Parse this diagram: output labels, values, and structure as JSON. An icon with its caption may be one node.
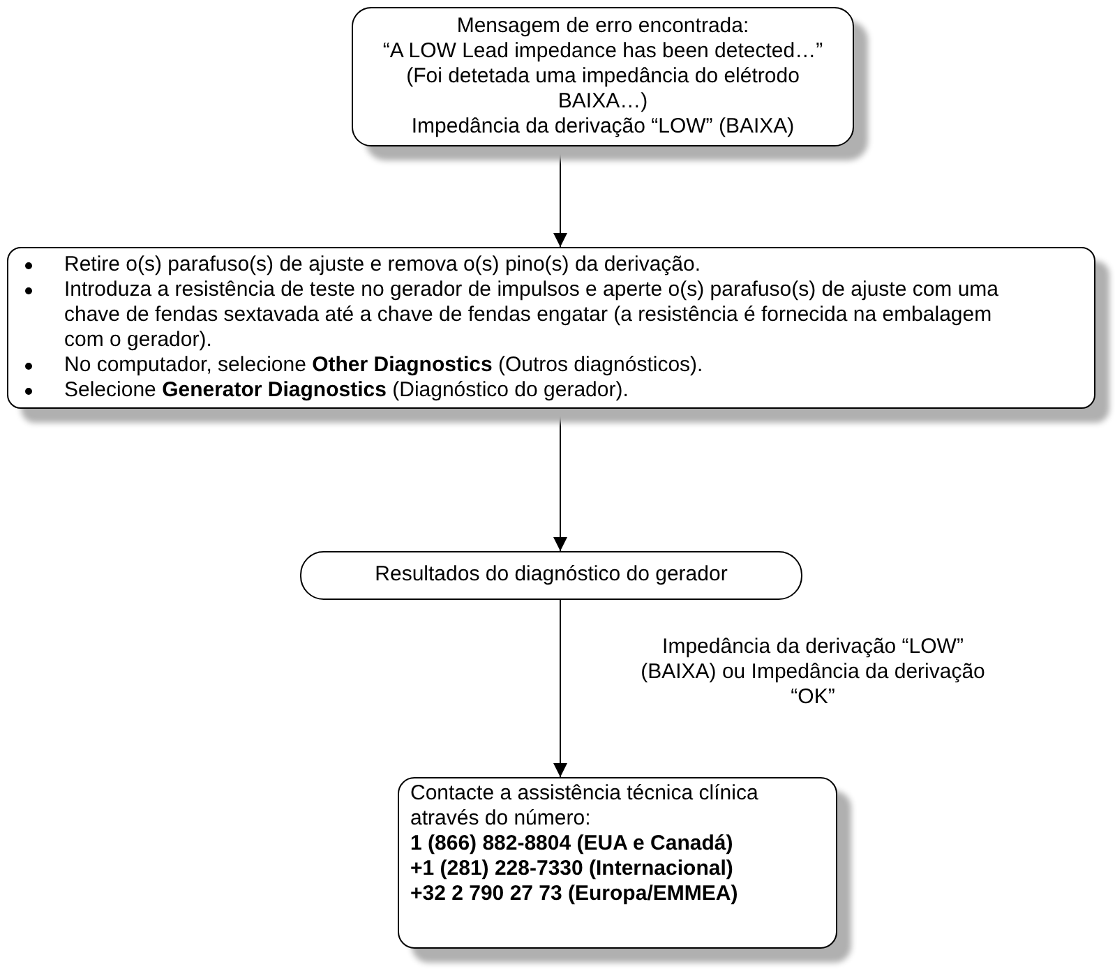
{
  "diagram": {
    "nodes": [
      {
        "text": [
          "Mensagem de erro encontrada:",
          "“A LOW Lead impedance has been detected…”",
          "(Foi detetada uma impedância do elétrodo BAIXA…)",
          "Impedância da derivação “LOW” (BAIXA)"
        ]
      },
      {
        "text": [
          "Retire o(s) parafuso(s) de ajuste e remova o(s) pino(s) da derivação.",
          "Introduza a resistência de teste no gerador de impulsos e aperte o(s) parafuso(s) de ajuste com uma chave de fendas sextavada até a chave de fendas engatar (a resistência é fornecida na embalagem com o gerador).",
          "No computador, selecione **Other Diagnostics** (Outros diagnósticos).",
          "Selecione **Generator Diagnostics** (Diagnóstico do gerador)."
        ]
      },
      {
        "text": [
          "Resultados do diagnóstico do gerador"
        ]
      },
      {
        "text": [
          "Contacte a assistência técnica clínica através do número:",
          "1 (866) 882-8804 (EUA e Canadá)",
          "+1 (281) 228-7330 (Internacional)",
          "+32 2 790 27 73 (Europa/EMMEA)"
        ]
      }
    ],
    "edges": [
      {
        "from": 0,
        "to": 1,
        "arrow": "to"
      },
      {
        "from": 1,
        "to": 2,
        "arrow": "to"
      },
      {
        "from": 2,
        "to": 3,
        "arrow": "to",
        "label": "Impedância da derivação “LOW” (BAIXA) ou Impedância da derivação “OK”"
      }
    ]
  }
}
